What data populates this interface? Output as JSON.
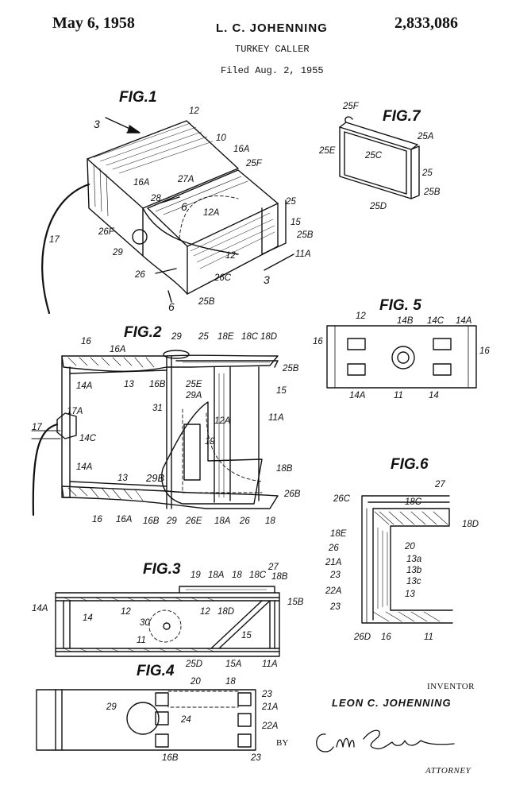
{
  "header": {
    "date": "May 6, 1958",
    "inventor_name": "L. C. JOHENNING",
    "patent_number": "2,833,086",
    "title": "TURKEY CALLER",
    "filed": "Filed Aug. 2, 1955"
  },
  "figures": {
    "fig1": "FIG.1",
    "fig2": "FIG.2",
    "fig3": "FIG.3",
    "fig4": "FIG.4",
    "fig5": "FIG. 5",
    "fig6": "FIG.6",
    "fig7": "FIG.7"
  },
  "labels": {
    "fig1": [
      "12",
      "3",
      "10",
      "16A",
      "25F",
      "16A",
      "27A",
      "28",
      "25",
      "6",
      "12A",
      "15",
      "26F",
      "25B",
      "29",
      "17",
      "11A",
      "12",
      "26",
      "26C",
      "3",
      "6",
      "25B"
    ],
    "fig7": [
      "25F",
      "25A",
      "25E",
      "25C",
      "25",
      "25B",
      "25D"
    ],
    "fig2": [
      "16",
      "16A",
      "29",
      "25",
      "18E",
      "18C",
      "18D",
      "25B",
      "13",
      "16B",
      "25E",
      "29A",
      "15",
      "14A",
      "31",
      "17A",
      "12A",
      "11A",
      "17",
      "14C",
      "19",
      "18B",
      "29B",
      "14A",
      "13",
      "26B",
      "16",
      "16A",
      "16B",
      "29",
      "26E",
      "18A",
      "26",
      "18"
    ],
    "fig5": [
      "12",
      "14B",
      "14C",
      "14A",
      "16",
      "16",
      "14A",
      "11",
      "14"
    ],
    "fig6": [
      "27",
      "26C",
      "18C",
      "18D",
      "18E",
      "20",
      "26",
      "13a",
      "21A",
      "13b",
      "23",
      "13c",
      "22A",
      "13",
      "23",
      "26D",
      "16",
      "11"
    ],
    "fig3": [
      "19",
      "18A",
      "18",
      "18C",
      "27",
      "18B",
      "15B",
      "14A",
      "12",
      "12",
      "18D",
      "14",
      "30",
      "15",
      "11",
      "25D",
      "15A",
      "11A"
    ],
    "fig4": [
      "20",
      "18",
      "23",
      "21A",
      "29",
      "24",
      "22A",
      "16B",
      "23"
    ]
  },
  "signature": {
    "inventor_heading": "INVENTOR",
    "inventor": "LEON C. JOHENNING",
    "by": "BY",
    "attorney": "ATTORNEY"
  }
}
